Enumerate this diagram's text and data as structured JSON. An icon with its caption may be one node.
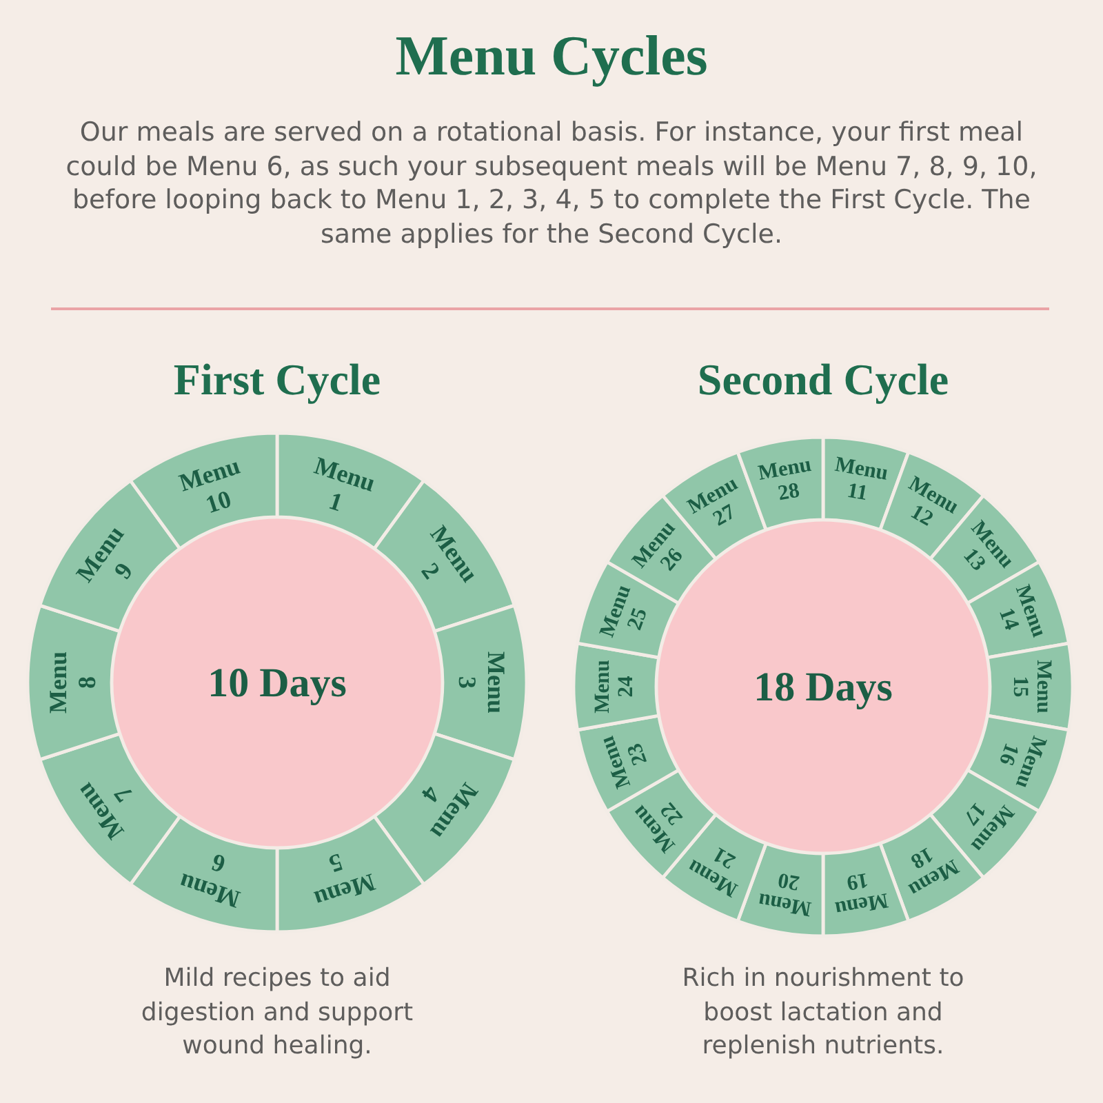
{
  "diagram": {
    "title": "Menu Cycles",
    "nodes": [
      {
        "text": [
          "10 Days"
        ]
      },
      {
        "text": [
          "Menu 1"
        ]
      },
      {
        "text": [
          "Menu 2"
        ]
      },
      {
        "text": [
          "Menu 3"
        ]
      },
      {
        "text": [
          "Menu 4"
        ]
      },
      {
        "text": [
          "Menu 5"
        ]
      },
      {
        "text": [
          "Menu 6"
        ]
      },
      {
        "text": [
          "Menu 7"
        ]
      },
      {
        "text": [
          "Menu 8"
        ]
      },
      {
        "text": [
          "Menu 9"
        ]
      },
      {
        "text": [
          "Menu 10"
        ]
      },
      {
        "text": [
          "18 Days"
        ]
      },
      {
        "text": [
          "Menu 11"
        ]
      },
      {
        "text": [
          "Menu 12"
        ]
      },
      {
        "text": [
          "Menu 13"
        ]
      },
      {
        "text": [
          "Menu 14"
        ]
      },
      {
        "text": [
          "Menu 15"
        ]
      },
      {
        "text": [
          "Menu 16"
        ]
      },
      {
        "text": [
          "Menu 17"
        ]
      },
      {
        "text": [
          "Menu 18"
        ]
      },
      {
        "text": [
          "Menu 19"
        ]
      },
      {
        "text": [
          "Menu 20"
        ]
      },
      {
        "text": [
          "Menu 21"
        ]
      },
      {
        "text": [
          "Menu 22"
        ]
      },
      {
        "text": [
          "Menu 23"
        ]
      },
      {
        "text": [
          "Menu 24"
        ]
      },
      {
        "text": [
          "Menu 25"
        ]
      },
      {
        "text": [
          "Menu 26"
        ]
      },
      {
        "text": [
          "Menu 27"
        ]
      },
      {
        "text": [
          "Menu 28"
        ]
      }
    ],
    "labels": [
      "Our meals are served on a rotational basis. For instance, your first meal could be Menu 6, as such your subsequent meals will be Menu 7, 8, 9, 10, before looping back to Menu 1, 2, 3, 4, 5 to complete the First Cycle. The same applies for the Second Cycle.",
      "First Cycle",
      "Second Cycle",
      "Mild recipes to aid digestion and support wound healing.",
      "Rich in nourishment to boost lactation and replenish nutrients."
    ]
  }
}
